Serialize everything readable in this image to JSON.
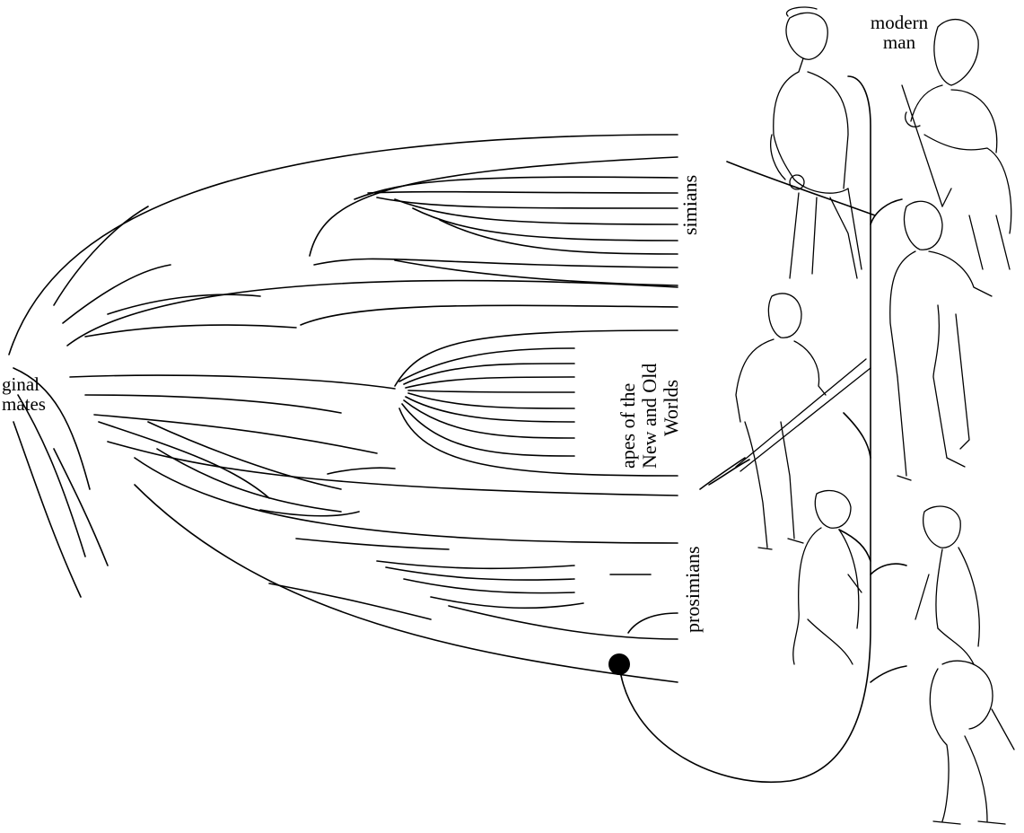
{
  "diagram": {
    "root_label": {
      "line1": "ginal",
      "line2": "mates"
    },
    "groups": [
      {
        "id": "simians",
        "label": "simians"
      },
      {
        "id": "apes",
        "label_lines": [
          "apes of the",
          "New and Old",
          "Worlds"
        ]
      },
      {
        "id": "prosimians",
        "label": "prosimians"
      }
    ],
    "top_label": {
      "line1": "modern",
      "line2": "man"
    },
    "colors": {
      "ink": "#000000",
      "paper": "#ffffff"
    },
    "figures": [
      "modern-man-figure",
      "bearded-early-man-figure",
      "neanderthal-figure",
      "spear-hominid-figure",
      "ape-figure-left",
      "ape-figure-right",
      "crouching-primate-figure"
    ]
  }
}
